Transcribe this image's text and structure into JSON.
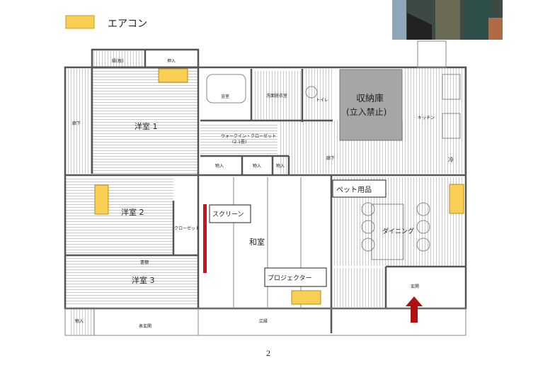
{
  "legend": {
    "label": "エアコン",
    "color": "#f9cf55"
  },
  "photo": {
    "description_icon": "photo-thumbnail"
  },
  "rooms": {
    "engawa_top": "縁(板)",
    "oshiire_top": "押入",
    "youshitsu1": "洋室 1",
    "rouka_left": "廊下",
    "bathroom": "浴室",
    "washroom": "洗面脱衣室",
    "toilet": "トイレ",
    "storage": "収納庫",
    "storage_note": "(立入禁止)",
    "kitchen": "キッチン",
    "walkin": "ウォークイン・クローゼット",
    "walkin_size": "(2.1畳)",
    "monoire_1": "物入",
    "monoire_2": "物入",
    "monoire_3": "物入",
    "rouka_mid": "廊下",
    "youshitsu2": "洋室 2",
    "closet": "クローゼット",
    "shodana": "書棚",
    "youshitsu3": "洋室 3",
    "monoire_bottom": "物入",
    "omote_genkan": "表玄関",
    "washitsu": "和室",
    "hiroen": "広縁",
    "dining": "ダイニング",
    "genkan": "玄関",
    "reizouko": "冷"
  },
  "callouts": {
    "screen": "スクリーン",
    "projector": "プロジェクター",
    "pet_goods": "ペット用品"
  },
  "colors": {
    "aircon": "#f9cf55",
    "screen_bar": "#d0121b",
    "entrance_arrow": "#b01010",
    "storage": "#a6a6a6"
  },
  "page_number": "2"
}
